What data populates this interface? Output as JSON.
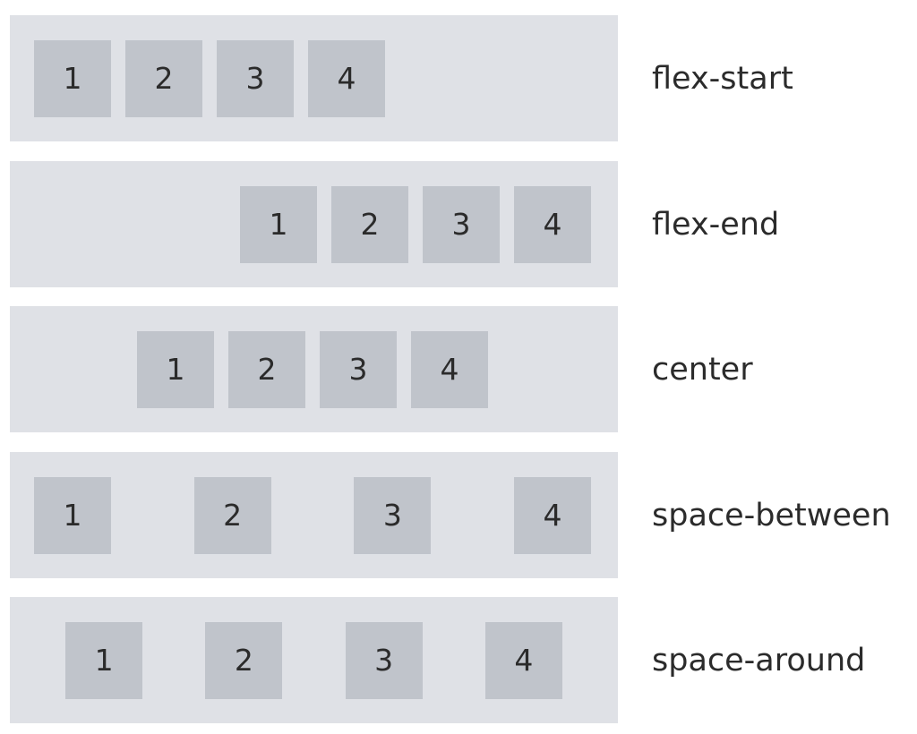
{
  "rows": [
    {
      "label": "flex-start",
      "items": [
        "1",
        "2",
        "3",
        "4"
      ]
    },
    {
      "label": "flex-end",
      "items": [
        "1",
        "2",
        "3",
        "4"
      ]
    },
    {
      "label": "center",
      "items": [
        "1",
        "2",
        "3",
        "4"
      ]
    },
    {
      "label": "space-between",
      "items": [
        "1",
        "2",
        "3",
        "4"
      ]
    },
    {
      "label": "space-around",
      "items": [
        "1",
        "2",
        "3",
        "4"
      ]
    }
  ],
  "colors": {
    "container_bg": "#dfe1e6",
    "item_bg": "#c0c4cb",
    "text": "#2b2b2b"
  }
}
